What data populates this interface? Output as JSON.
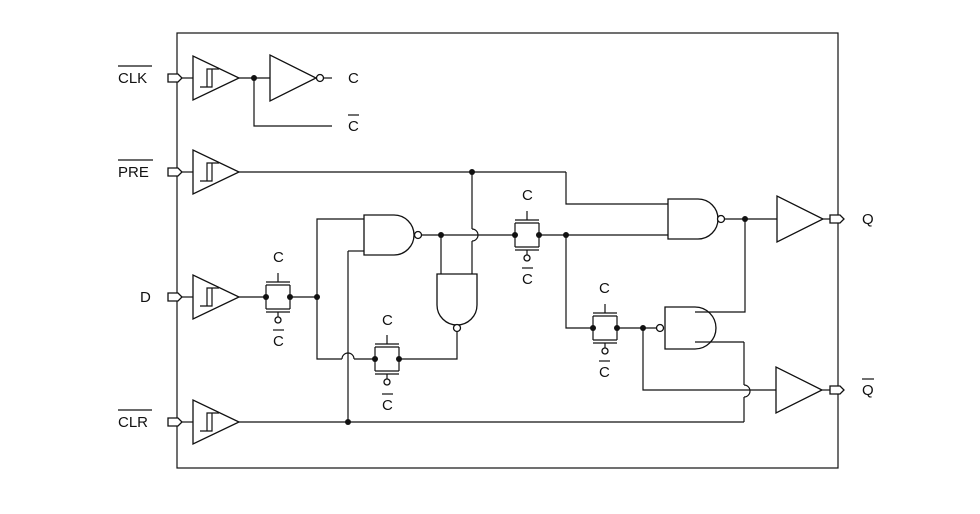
{
  "diagram": {
    "signals": {
      "clk": "CLK",
      "pre": "PRE",
      "d": "D",
      "clr": "CLR",
      "c": "C",
      "c_bar": "C",
      "q": "Q",
      "q_bar": "Q"
    },
    "tg_labels": {
      "c": "C",
      "c_bar": "C"
    }
  }
}
